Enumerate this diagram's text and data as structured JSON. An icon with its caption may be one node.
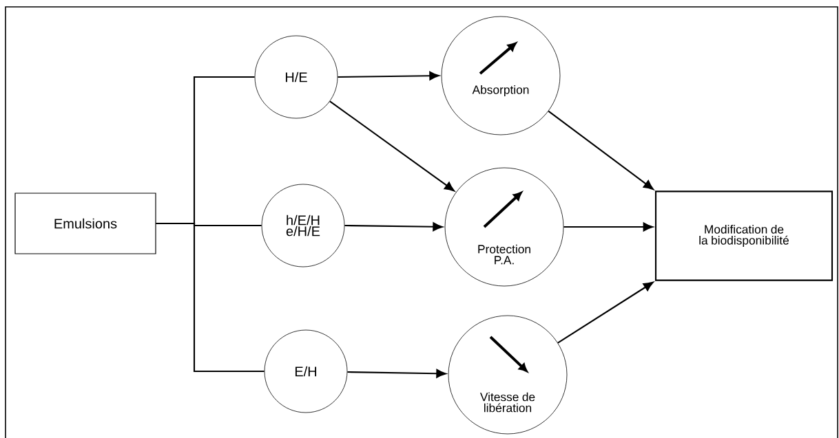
{
  "diagram": {
    "nodes": [
      {
        "text": [
          "Emulsions"
        ]
      },
      {
        "text": [
          "H/E"
        ]
      },
      {
        "text": [
          "h/E/H e/H/E"
        ]
      },
      {
        "text": [
          "E/H"
        ]
      },
      {
        "text": [
          "Absorption"
        ]
      },
      {
        "text": [
          "Protection P.A."
        ]
      },
      {
        "text": [
          "Vitesse de libération"
        ]
      },
      {
        "text": [
          "Modification de la biodisponibilité"
        ]
      }
    ],
    "edges": [
      {
        "from": 0,
        "to": 1,
        "arrow": "none"
      },
      {
        "from": 0,
        "to": 2,
        "arrow": "none"
      },
      {
        "from": 0,
        "to": 3,
        "arrow": "none"
      },
      {
        "from": 1,
        "to": 4,
        "arrow": "to"
      },
      {
        "from": 1,
        "to": 5,
        "arrow": "to"
      },
      {
        "from": 2,
        "to": 5,
        "arrow": "to"
      },
      {
        "from": 3,
        "to": 6,
        "arrow": "to"
      },
      {
        "from": 4,
        "to": 7,
        "arrow": "to"
      },
      {
        "from": 5,
        "to": 7,
        "arrow": "to"
      },
      {
        "from": 6,
        "to": 7,
        "arrow": "to"
      }
    ]
  }
}
